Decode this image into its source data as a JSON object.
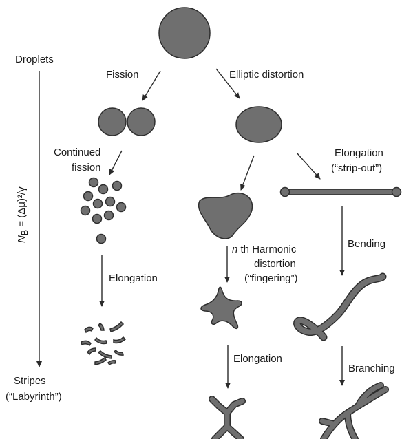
{
  "labels": {
    "droplets": "Droplets",
    "fission": "Fission",
    "elliptic": "Elliptic distortion",
    "continued_1": "Continued",
    "continued_2": "fission",
    "elongation_strip_1": "Elongation",
    "elongation_strip_2": "(“strip-out”)",
    "harmonic_n": "n",
    "harmonic_1": " th Harmonic",
    "harmonic_2": "distortion",
    "harmonic_3": "(“fingering”)",
    "bending": "Bending",
    "elongation_left": "Elongation",
    "elongation_mid": "Elongation",
    "branching": "Branching",
    "stripes_1": "Stripes",
    "stripes_2": "(“Labyrinth”)",
    "nb_N": "N",
    "nb_sub": "B",
    "nb_rest": " = (Δμ)²/γ"
  },
  "colors": {
    "shape_fill": "#6f6f6f",
    "shape_stroke": "#2e2e2e",
    "arrow": "#2a2a2a"
  }
}
